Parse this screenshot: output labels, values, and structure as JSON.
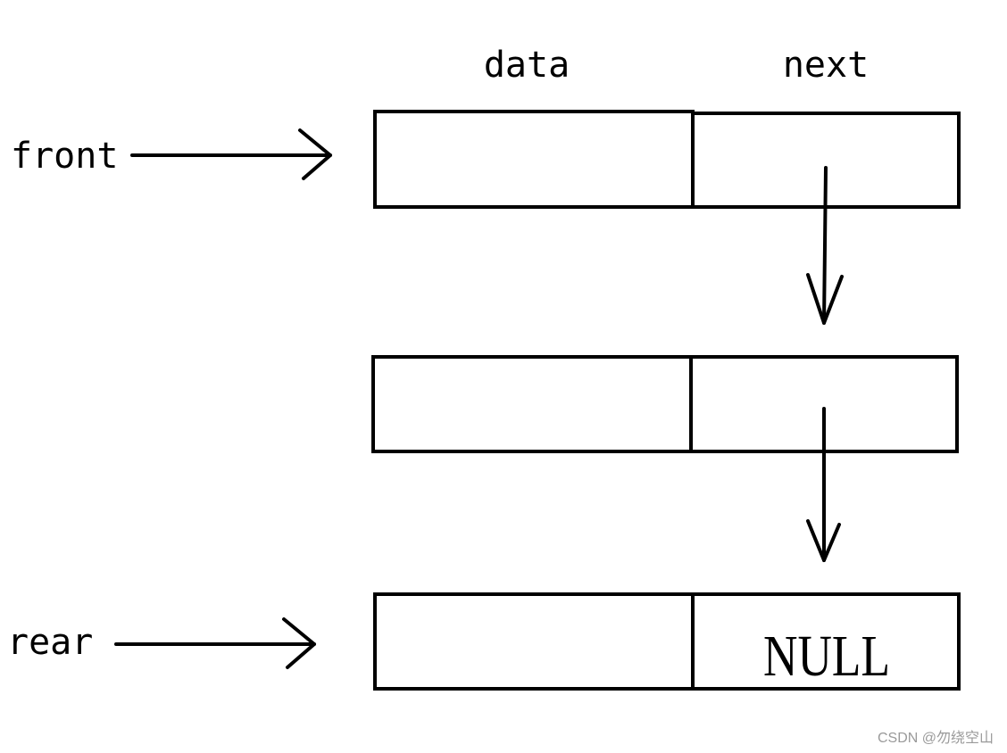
{
  "header": {
    "data_label": "data",
    "next_label": "next"
  },
  "pointers": {
    "front_label": "front",
    "rear_label": "rear"
  },
  "nodes": [
    {
      "data_fill": "#000000",
      "next_text": ""
    },
    {
      "data_fill": "#ffffff",
      "next_text": ""
    },
    {
      "data_fill": "#ffffff",
      "next_text": "NULL"
    }
  ],
  "watermark": "CSDN @勿绕空山"
}
